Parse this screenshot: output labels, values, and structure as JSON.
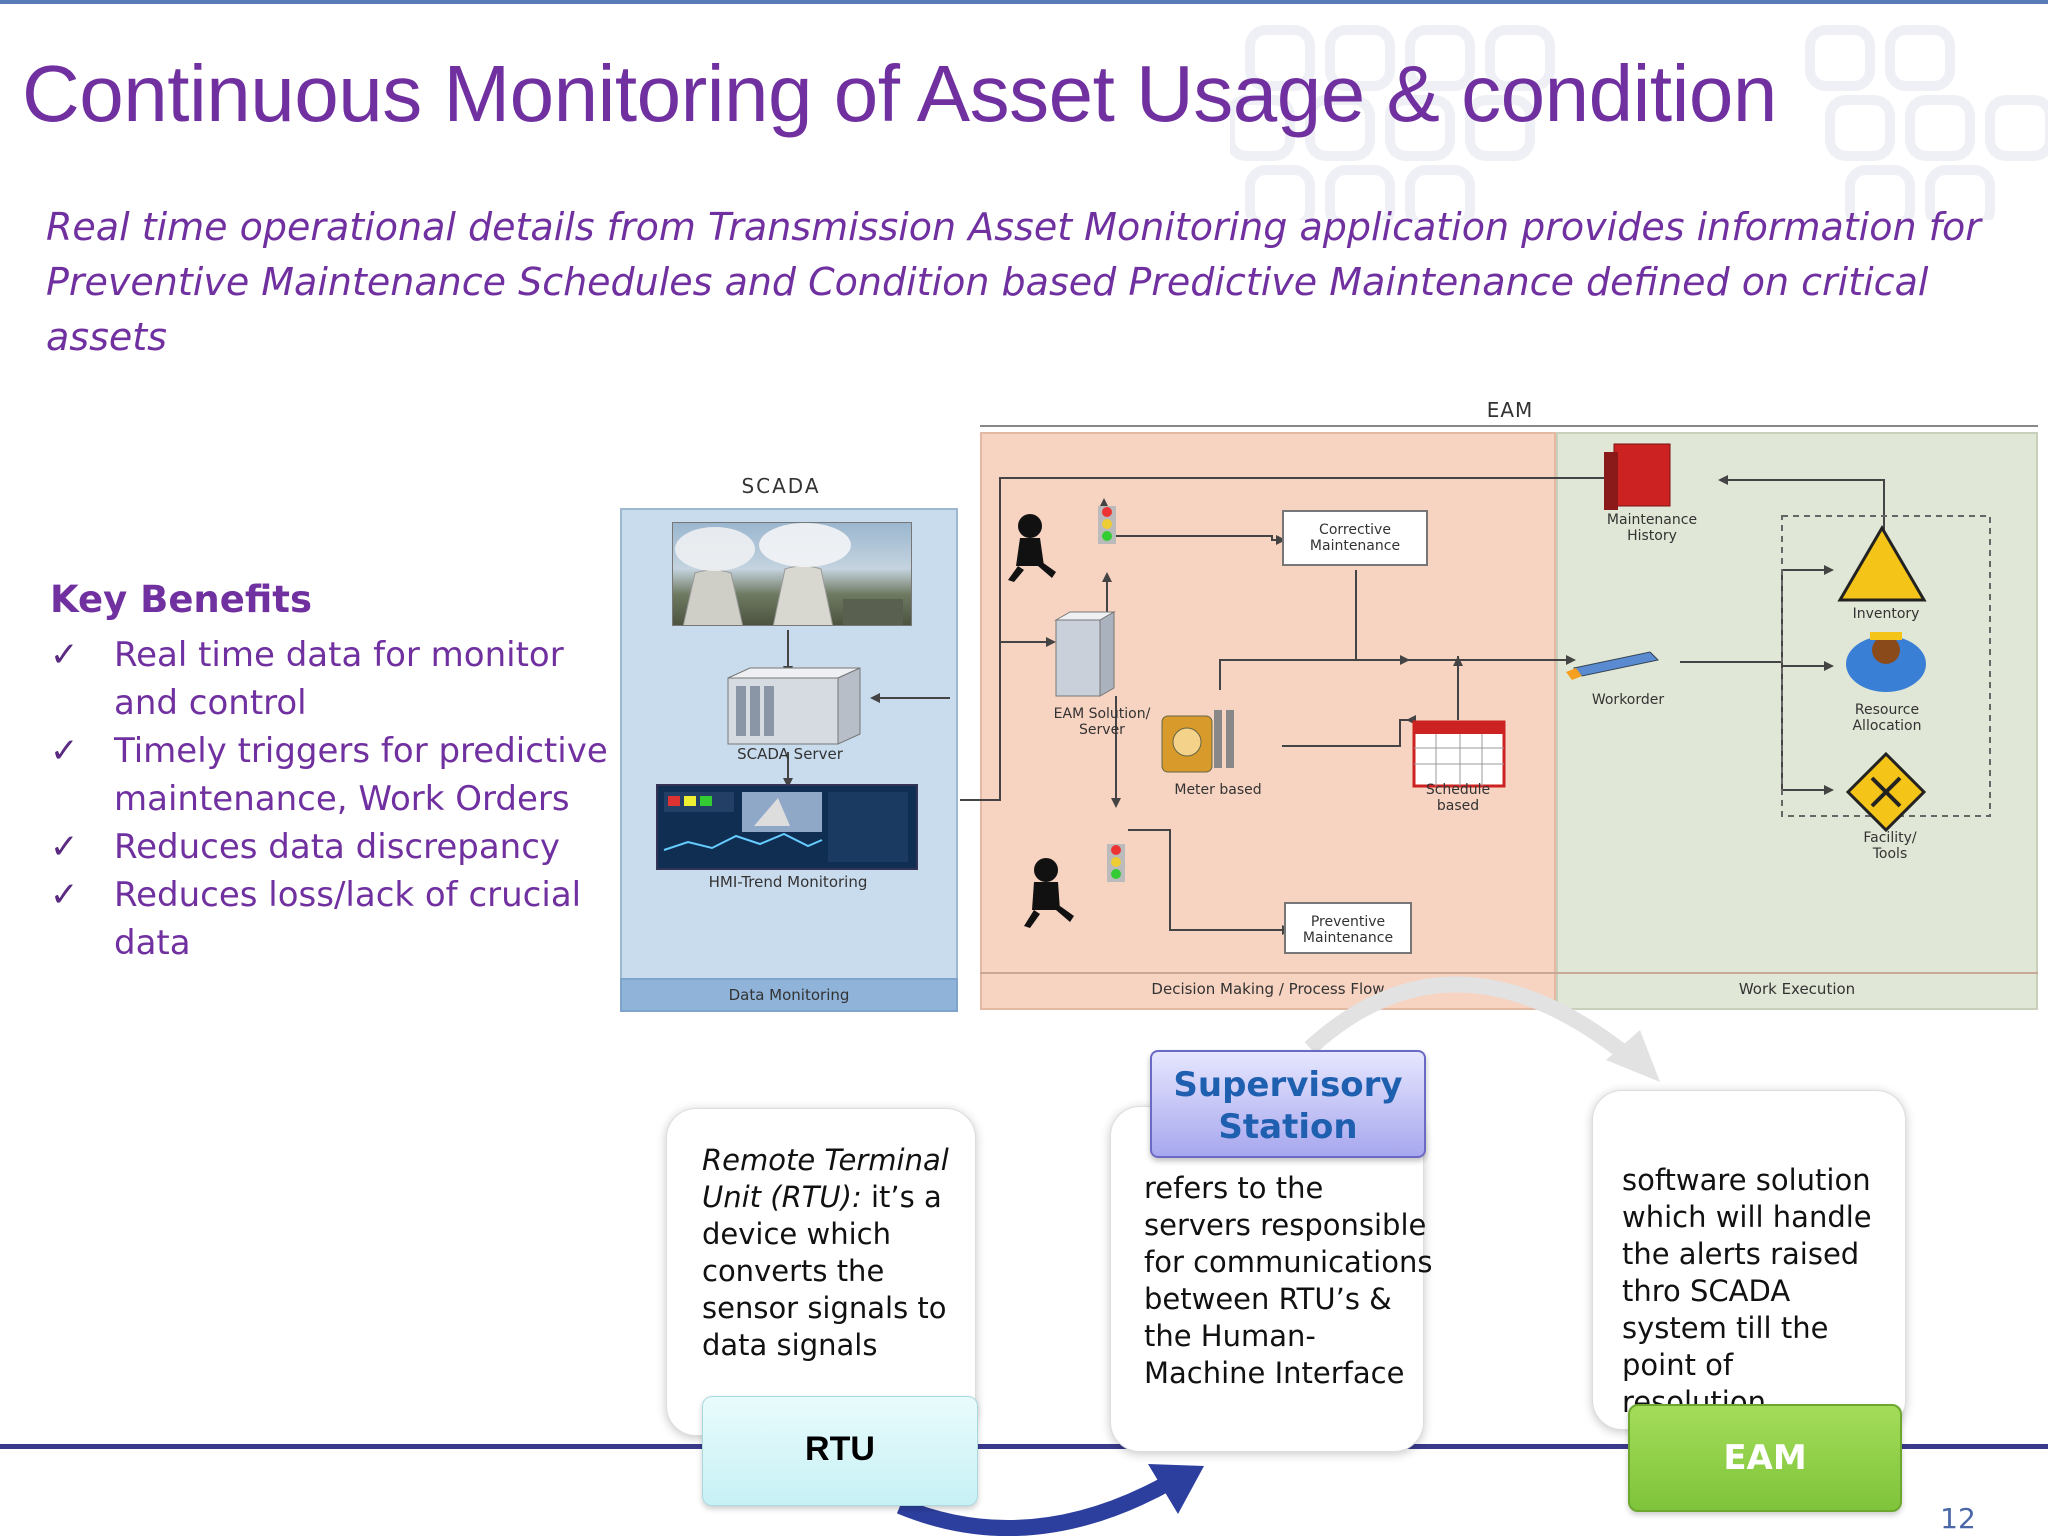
{
  "slide": {
    "title": "Continuous Monitoring of Asset Usage & condition",
    "subtitle": "Real time operational details from Transmission Asset Monitoring application provides information for Preventive Maintenance Schedules and Condition based Predictive Maintenance  defined on critical assets",
    "page_number": "12"
  },
  "benefits": {
    "heading": "Key Benefits",
    "check_icon": "✓",
    "items": [
      "Real time data for monitor and control",
      "Timely triggers for predictive maintenance, Work Orders",
      "Reduces data discrepancy",
      "Reduces loss/lack of crucial data"
    ]
  },
  "diagram": {
    "scada": {
      "title": "SCADA",
      "server_label": "SCADA Server",
      "hmi_label": "HMI-Trend Monitoring",
      "footer": "Data Monitoring"
    },
    "eam": {
      "title": "EAM",
      "decision_footer": "Decision Making / Process Flow",
      "work_footer": "Work Execution",
      "nodes": {
        "corrective": "Corrective Maintenance",
        "preventive": "Preventive Maintenance",
        "eam_server": "EAM Solution/ Server",
        "meter": "Meter based",
        "schedule": "Schedule based",
        "history": "Maintenance History",
        "workorder": "Workorder",
        "inventory": "Inventory",
        "resource": "Resource Allocation",
        "facility": "Facility/ Tools"
      }
    }
  },
  "process": {
    "rtu": {
      "label": "RTU",
      "desc_italic": "Remote Terminal Unit (RTU):",
      "desc_rest": " it’s a device which converts the sensor signals to data signals"
    },
    "supervisory": {
      "label": "Supervisory Station",
      "desc": "refers to the servers responsible for communications between RTU’s & the Human-Machine Interface"
    },
    "eam": {
      "label": "EAM",
      "desc": "software solution which will handle the alerts raised thro SCADA system till the point of resolution."
    }
  },
  "colors": {
    "title": "#7030a0",
    "accent_blue": "#1f5fb0",
    "eam_green": "#7fc43a",
    "line_navy": "#3a3a8c"
  }
}
